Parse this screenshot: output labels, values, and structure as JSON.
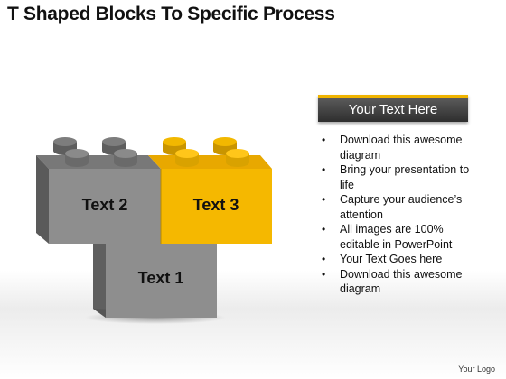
{
  "title": "T Shaped Blocks To Specific Process",
  "blocks": [
    {
      "label": "Text 1",
      "color": "#8c8c8c"
    },
    {
      "label": "Text 2",
      "color": "#8c8c8c"
    },
    {
      "label": "Text 3",
      "color": "#f5b800"
    }
  ],
  "panel": {
    "header": "Your Text Here",
    "bullets": [
      "Download this awesome diagram",
      "Bring your presentation to life",
      "Capture your audience’s attention",
      "All images are 100% editable in PowerPoint",
      "Your Text Goes here",
      "Download this awesome diagram"
    ]
  },
  "logo": "Your Logo",
  "colors": {
    "accent": "#f5b800",
    "gray": "#8c8c8c",
    "header_bg": "#3c3c3c"
  }
}
